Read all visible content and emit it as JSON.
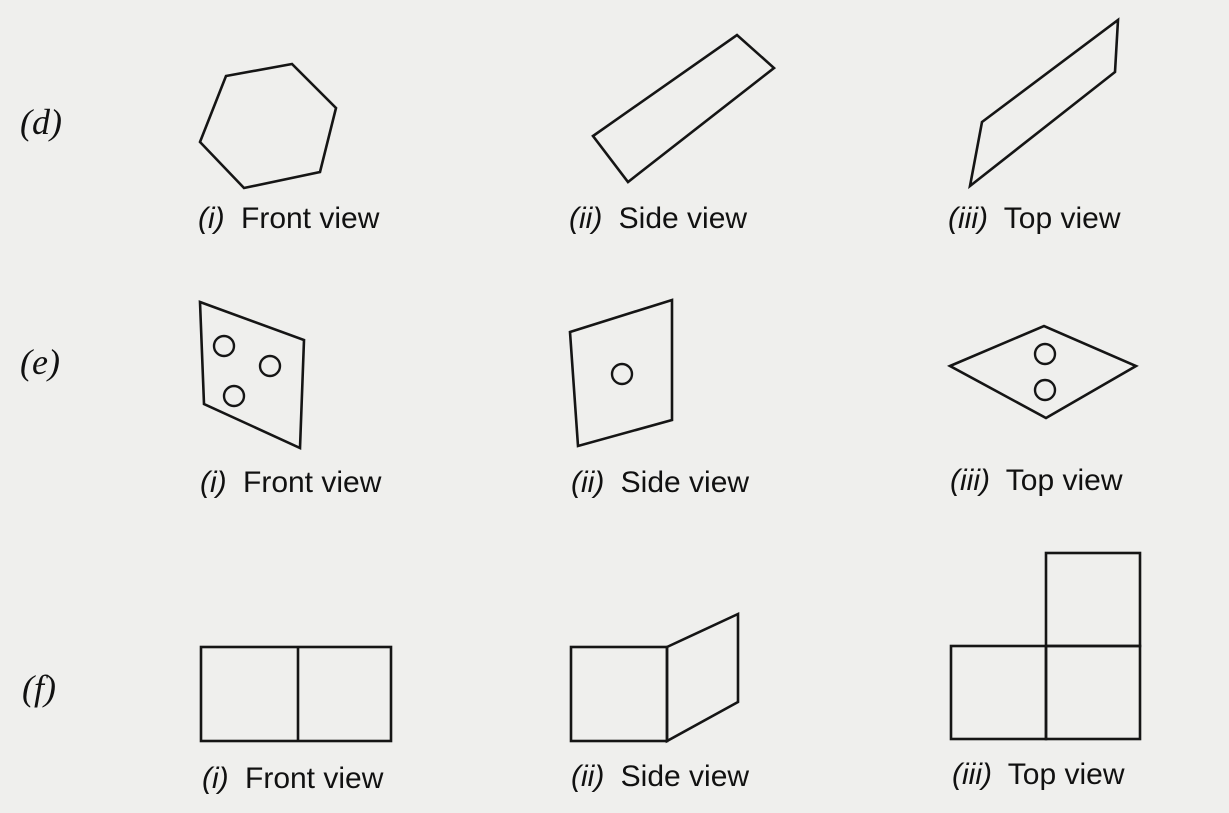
{
  "rows": [
    {
      "label": "(d)",
      "views": [
        {
          "num": "(i)",
          "name": "Front view",
          "icon": "hexagon-shape"
        },
        {
          "num": "(ii)",
          "name": "Side view",
          "icon": "slanted-rectangle-shape"
        },
        {
          "num": "(iii)",
          "name": "Top view",
          "icon": "parallelogram-shape"
        }
      ]
    },
    {
      "label": "(e)",
      "views": [
        {
          "num": "(i)",
          "name": "Front view",
          "icon": "quadrilateral-three-holes-shape"
        },
        {
          "num": "(ii)",
          "name": "Side view",
          "icon": "quadrilateral-one-hole-shape"
        },
        {
          "num": "(iii)",
          "name": "Top view",
          "icon": "rhombus-two-holes-shape"
        }
      ]
    },
    {
      "label": "(f)",
      "views": [
        {
          "num": "(i)",
          "name": "Front view",
          "icon": "two-squares-shape"
        },
        {
          "num": "(ii)",
          "name": "Side view",
          "icon": "square-and-parallelogram-shape"
        },
        {
          "num": "(iii)",
          "name": "Top view",
          "icon": "l-shaped-three-squares-shape"
        }
      ]
    }
  ]
}
